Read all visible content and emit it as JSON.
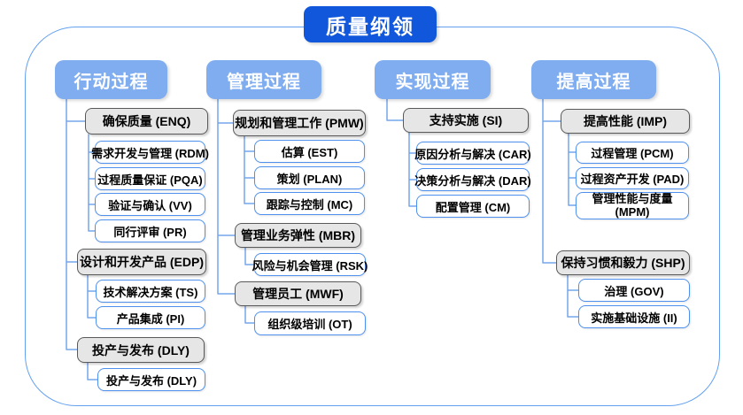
{
  "title": "质量纲领",
  "colors": {
    "title_fill": "#1157dc",
    "column_header_fill": "#7fadef",
    "group_fill": "#e6e6e6",
    "group_border": "#595959",
    "leaf_border": "#4e90ee",
    "connector": "#74a5ec",
    "frame_border": "#63a0f0"
  },
  "columns": [
    {
      "header": "行动过程",
      "groups": [
        {
          "label": "确保质量 (ENQ)",
          "children": [
            "需求开发与管理 (RDM)",
            "过程质量保证 (PQA)",
            "验证与确认 (VV)",
            "同行评审 (PR)"
          ]
        },
        {
          "label": "设计和开发产品 (EDP)",
          "children": [
            "技术解决方案 (TS)",
            "产品集成 (PI)"
          ]
        },
        {
          "label": "投产与发布 (DLY)",
          "children": [
            "投产与发布 (DLY)"
          ]
        }
      ]
    },
    {
      "header": "管理过程",
      "groups": [
        {
          "label": "规划和管理工作 (PMW)",
          "children": [
            "估算 (EST)",
            "策划 (PLAN)",
            "跟踪与控制 (MC)"
          ]
        },
        {
          "label": "管理业务弹性 (MBR)",
          "children": [
            "风险与机会管理 (RSK)"
          ]
        },
        {
          "label": "管理员工 (MWF)",
          "children": [
            "组织级培训 (OT)"
          ]
        }
      ]
    },
    {
      "header": "实现过程",
      "groups": [
        {
          "label": "支持实施 (SI)",
          "children": [
            "原因分析与解决 (CAR)",
            "决策分析与解决 (DAR)",
            "配置管理 (CM)"
          ]
        }
      ]
    },
    {
      "header": "提高过程",
      "groups": [
        {
          "label": "提高性能 (IMP)",
          "children": [
            "过程管理 (PCM)",
            "过程资产开发 (PAD)",
            "管理性能与度量 (MPM)"
          ]
        },
        {
          "label": "保持习惯和毅力 (SHP)",
          "children": [
            "治理 (GOV)",
            "实施基础设施 (II)"
          ]
        }
      ]
    }
  ]
}
